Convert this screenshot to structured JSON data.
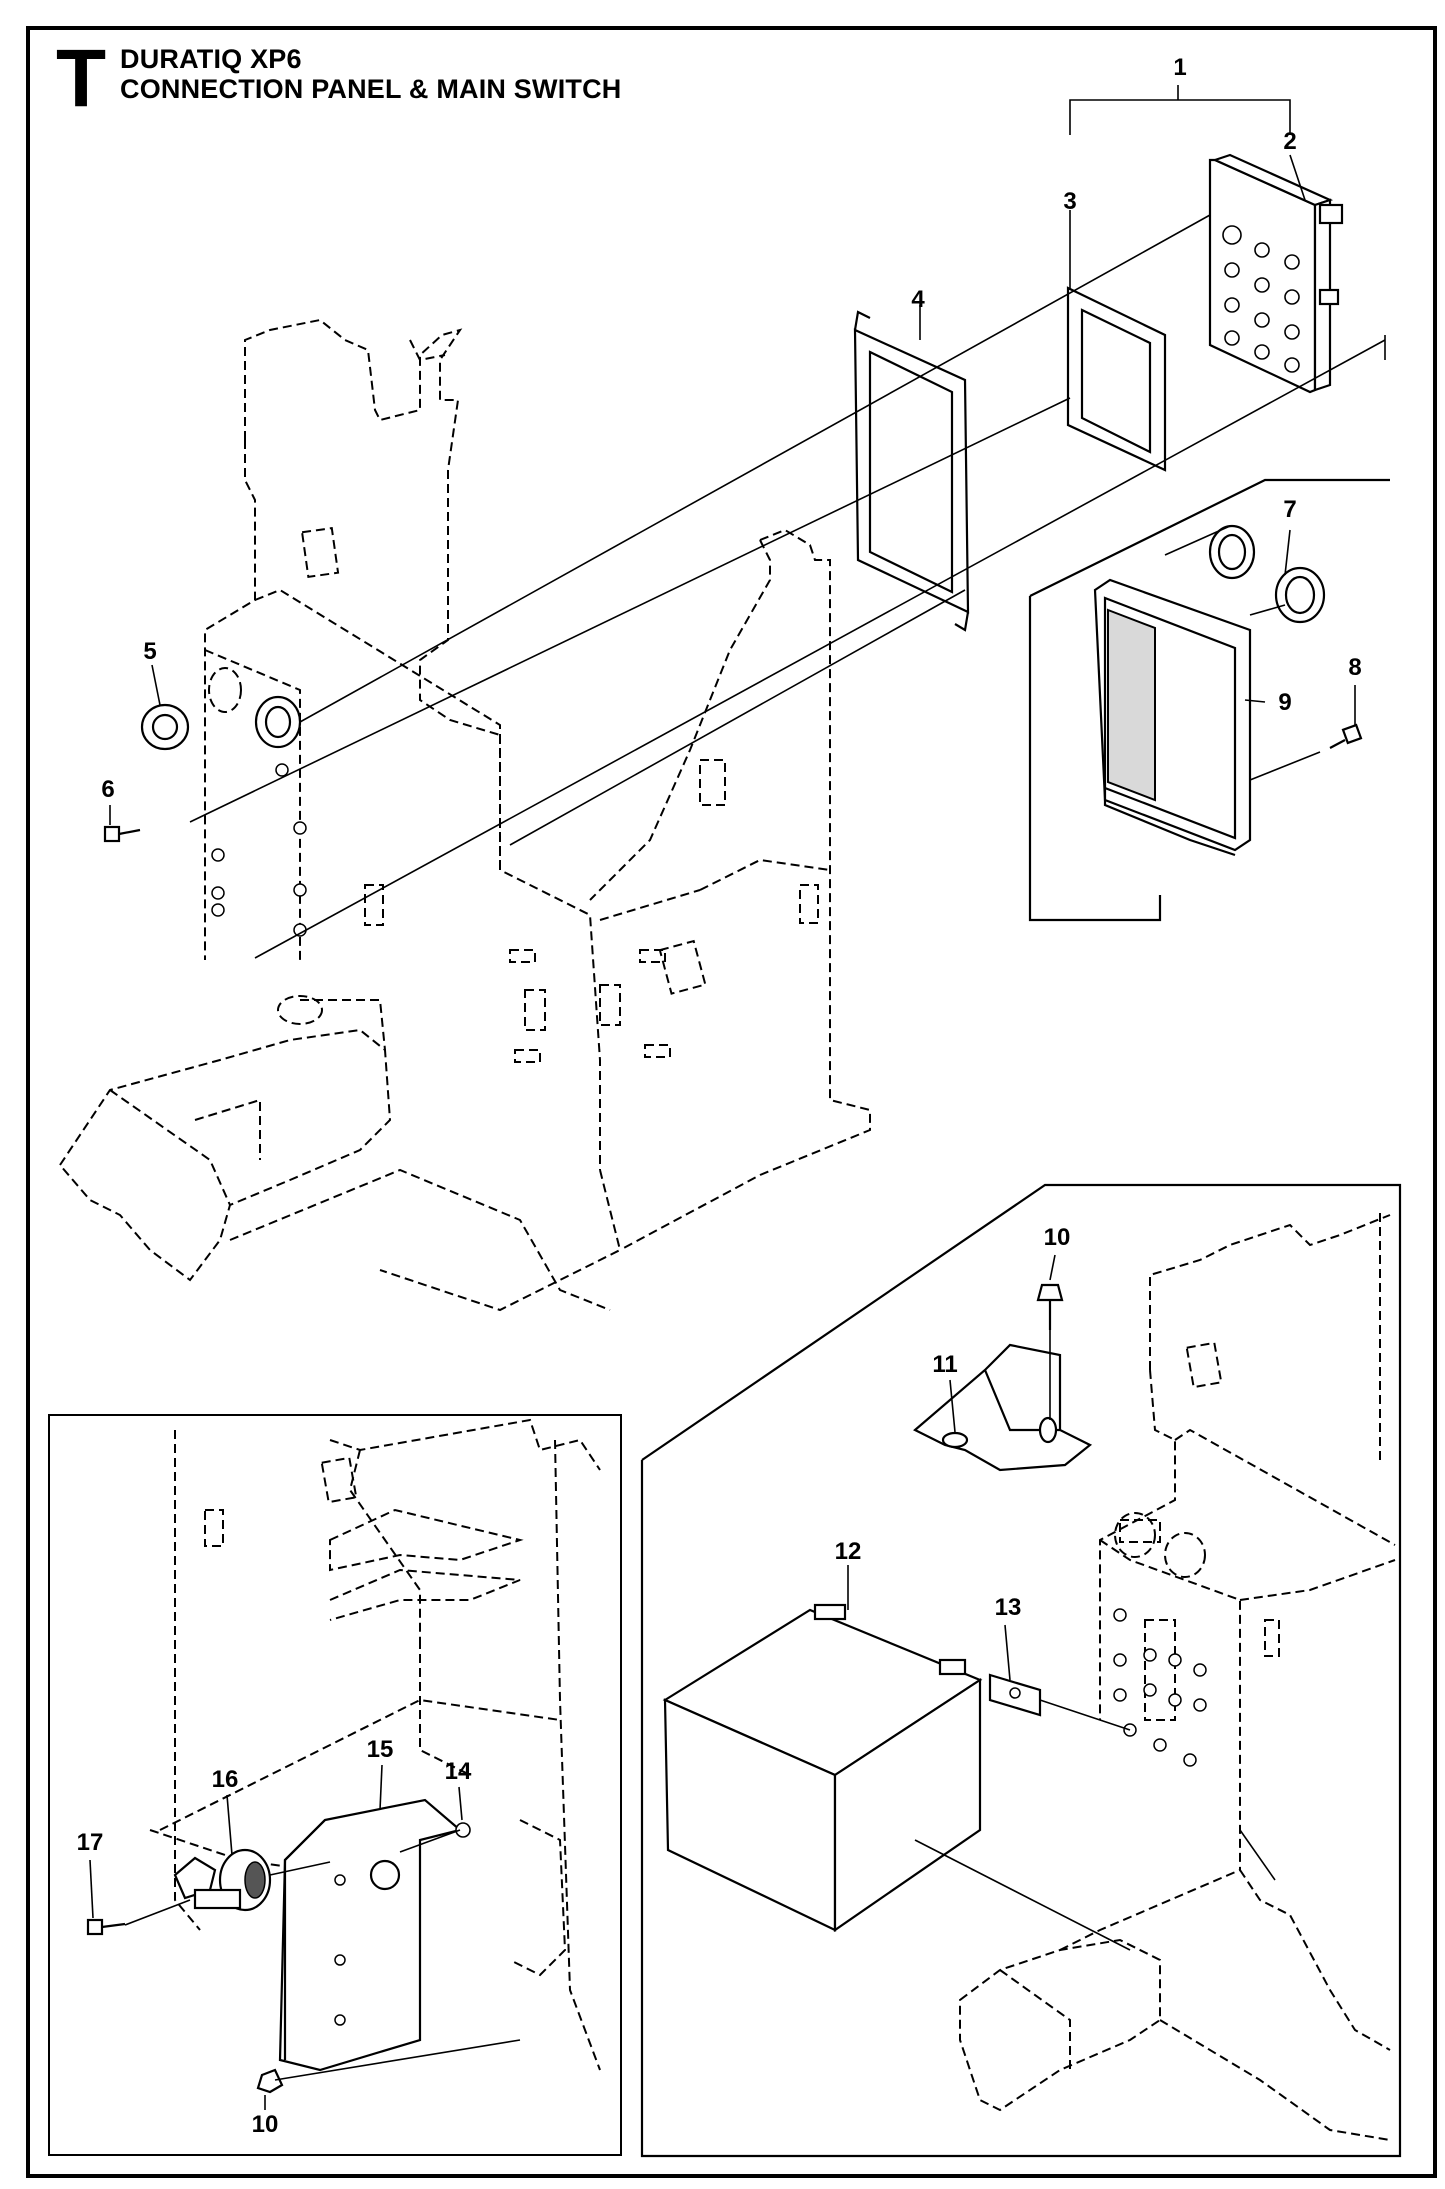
{
  "header": {
    "section_letter": "T",
    "model": "DURATIQ XP6",
    "title": "CONNECTION PANEL & MAIN SWITCH"
  },
  "callouts": [
    {
      "id": "c1",
      "label": "1"
    },
    {
      "id": "c2",
      "label": "2"
    },
    {
      "id": "c3",
      "label": "3"
    },
    {
      "id": "c4",
      "label": "4"
    },
    {
      "id": "c5",
      "label": "5"
    },
    {
      "id": "c6",
      "label": "6"
    },
    {
      "id": "c7",
      "label": "7"
    },
    {
      "id": "c8",
      "label": "8"
    },
    {
      "id": "c9",
      "label": "9"
    },
    {
      "id": "c10a",
      "label": "10"
    },
    {
      "id": "c11",
      "label": "11"
    },
    {
      "id": "c12",
      "label": "12"
    },
    {
      "id": "c13",
      "label": "13"
    },
    {
      "id": "c14",
      "label": "14"
    },
    {
      "id": "c15",
      "label": "15"
    },
    {
      "id": "c16",
      "label": "16"
    },
    {
      "id": "c17",
      "label": "17"
    },
    {
      "id": "c10b",
      "label": "10"
    }
  ]
}
